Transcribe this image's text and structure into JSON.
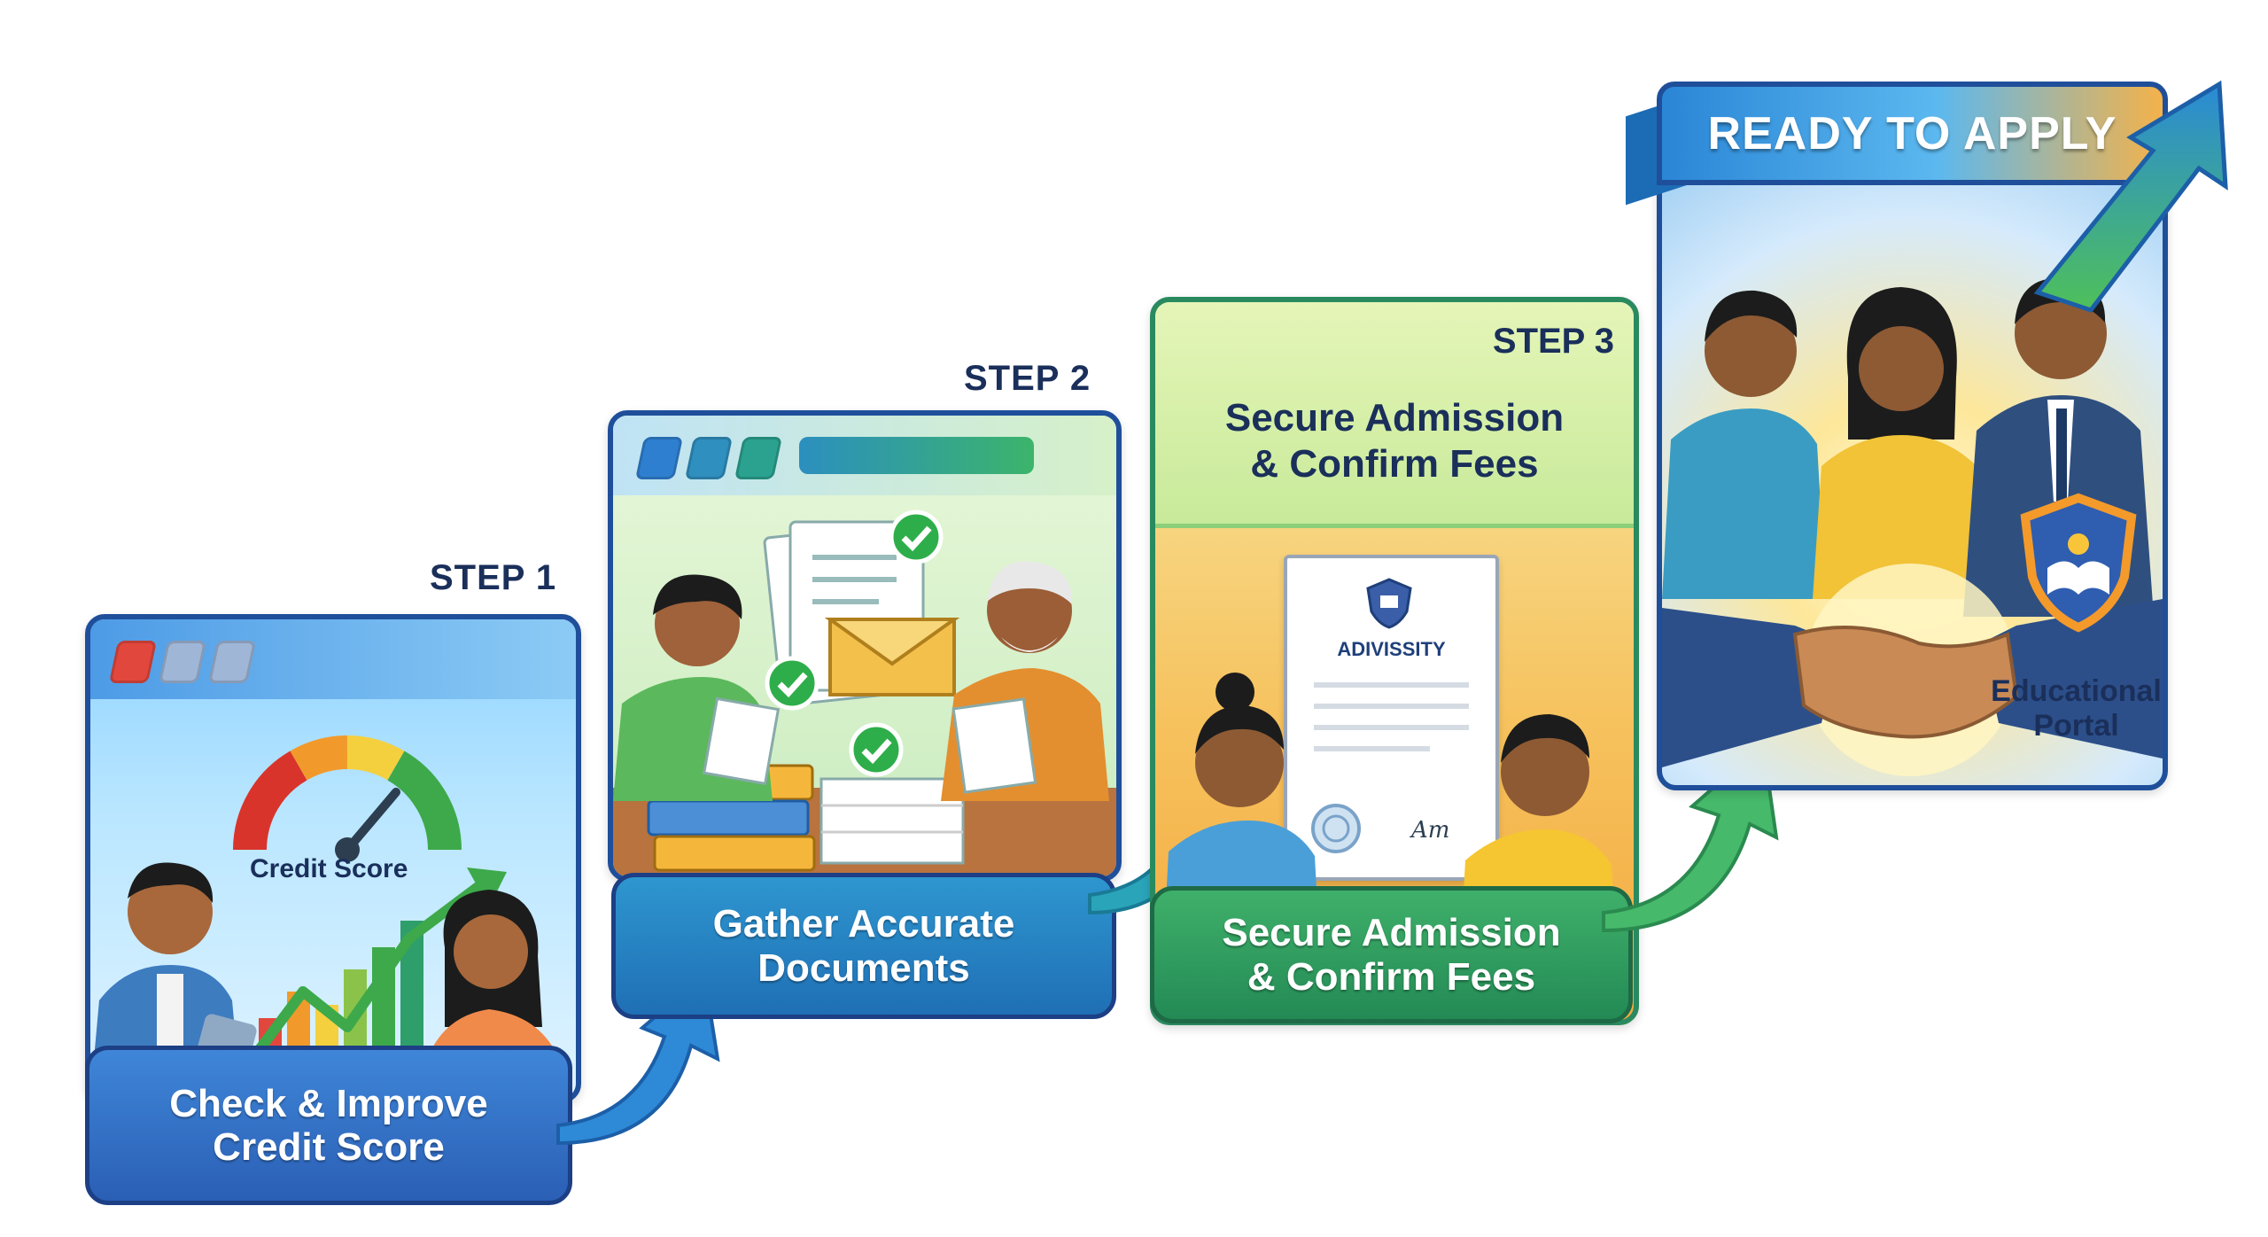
{
  "steps": [
    {
      "label": "STEP 1",
      "caption_line1": "Check & Improve",
      "caption_line2": "Credit Score",
      "gauge_label": "Credit Score"
    },
    {
      "label": "STEP 2",
      "caption_line1": "Gather Accurate",
      "caption_line2": "Documents"
    },
    {
      "label": "STEP 3",
      "header_line1": "Secure Admission",
      "header_line2": "& Confirm Fees",
      "caption_line1": "Secure Admission",
      "caption_line2": "& Confirm Fees",
      "certificate_title": "ADIVISSITY",
      "signature": "Am"
    }
  ],
  "final": {
    "banner": "READY TO APPLY",
    "portal_line1": "Educational",
    "portal_line2": "Portal"
  },
  "colors": {
    "navy": "#1f4f9a",
    "green": "#3cb44b",
    "orange": "#f5a623",
    "sky": "#5fb8ef"
  },
  "icons": [
    "credit-gauge-icon",
    "checkmark-icon",
    "envelope-icon",
    "document-stack-icon",
    "certificate-icon",
    "shield-book-icon",
    "growth-arrow-icon",
    "handshake-icon"
  ]
}
